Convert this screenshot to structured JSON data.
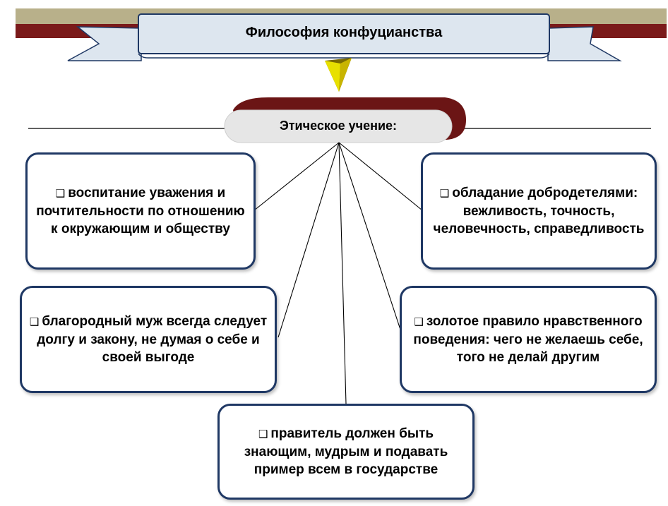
{
  "title": "Философия конфуцианства",
  "subtitle": "Этическое учение:",
  "bullet_icon": "checkbox-square-icon",
  "colors": {
    "banner_fill": "#dde6ef",
    "banner_dark_red": "#7a1a1a",
    "banner_olive": "#b8b08a",
    "box_border": "#1f3864",
    "arrow_gold": "#c8b400"
  },
  "boxes": [
    "воспитание уважения и почтительности по отношению к окружающим и обществу",
    "обладание добродетелями: вежливость, точность, человечность, справедливость",
    "благородный муж всегда следует долгу и закону, не думая о себе и своей выгоде",
    "золотое правило нравственного поведения: чего не желаешь себе, того не делай другим",
    "правитель должен быть знающим, мудрым и подавать пример всем в государстве"
  ]
}
